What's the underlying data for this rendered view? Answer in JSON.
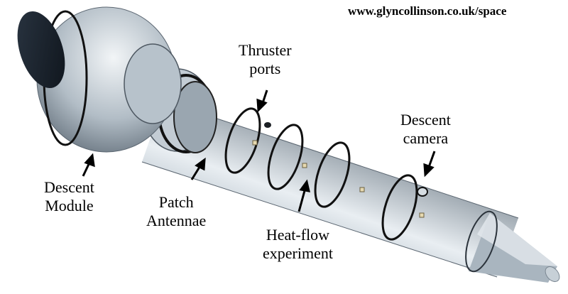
{
  "website": "www.glyncollinson.co.uk/space",
  "labels": {
    "thruster_ports": [
      "Thruster",
      "ports"
    ],
    "descent_camera": [
      "Descent",
      "camera"
    ],
    "descent_module": [
      "Descent",
      "Module"
    ],
    "patch_antennae": [
      "Patch",
      "Antennae"
    ],
    "heat_flow": [
      "Heat-flow",
      "experiment"
    ]
  },
  "colors": {
    "metal_light": "#e6ecf0",
    "metal_mid": "#a9b5bf",
    "metal_dark": "#6f7c87",
    "band": "#111111",
    "cap": "#1c2530"
  }
}
